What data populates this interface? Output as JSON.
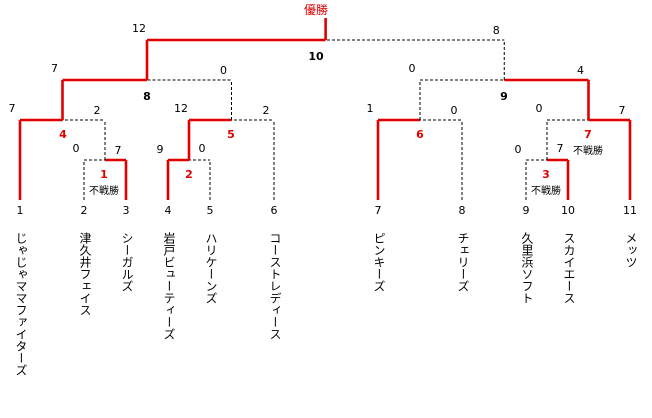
{
  "title": "優勝",
  "colors": {
    "winner": "#e00000",
    "loser": "#000000",
    "text": "#000000"
  },
  "entries": [
    {
      "no": "1",
      "team": "じゃじゃママファイターズ"
    },
    {
      "no": "2",
      "team": "津久井フェイス"
    },
    {
      "no": "3",
      "team": "シーガルズ"
    },
    {
      "no": "4",
      "team": "岩戸ビューティーズ"
    },
    {
      "no": "5",
      "team": "ハリケーンズ"
    },
    {
      "no": "6",
      "team": "コーストレディース"
    },
    {
      "no": "7",
      "team": "ピンキーズ"
    },
    {
      "no": "8",
      "team": "チェリーズ"
    },
    {
      "no": "9",
      "team": "久里浜ソフト"
    },
    {
      "no": "10",
      "team": "スカイエース"
    },
    {
      "no": "11",
      "team": "メッツ"
    }
  ],
  "matches": [
    {
      "id": "1",
      "left_score": "0",
      "right_score": "7",
      "winner": "right",
      "note": "不戦勝"
    },
    {
      "id": "2",
      "left_score": "9",
      "right_score": "0",
      "winner": "left"
    },
    {
      "id": "3",
      "left_score": "0",
      "right_score": "7",
      "winner": "right",
      "note": "不戦勝"
    },
    {
      "id": "4",
      "left_score": "7",
      "right_score": "2",
      "winner": "left"
    },
    {
      "id": "5",
      "left_score": "12",
      "right_score": "2",
      "winner": "left"
    },
    {
      "id": "6",
      "left_score": "1",
      "right_score": "0",
      "winner": "left"
    },
    {
      "id": "7",
      "left_score": "0",
      "right_score": "7",
      "winner": "right",
      "note": "不戦勝"
    },
    {
      "id": "8",
      "left_score": "7",
      "right_score": "0",
      "winner": "left"
    },
    {
      "id": "9",
      "left_score": "0",
      "right_score": "4",
      "winner": "right"
    },
    {
      "id": "10",
      "left_score": "12",
      "right_score": "8",
      "winner": "left"
    }
  ]
}
